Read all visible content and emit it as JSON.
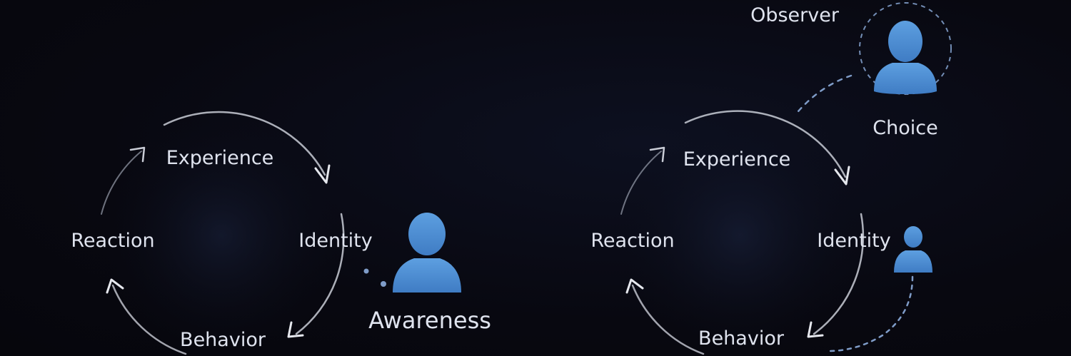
{
  "left_cycle": {
    "nodes": {
      "experience": "Experience",
      "identity": "Identity",
      "behavior": "Behavior",
      "reaction": "Reaction"
    },
    "side_label": "Awareness"
  },
  "right_cycle": {
    "nodes": {
      "experience": "Experience",
      "identity": "Identity",
      "behavior": "Behavior",
      "reaction": "Reaction"
    },
    "observer_label": "Observer",
    "choice_label": "Choice"
  },
  "colors": {
    "background": "#080810",
    "ring": "#c9ccd6",
    "person": "#4f8fd6",
    "dashed": "#7f9cc8",
    "text": "#dfe3ee"
  },
  "icons": [
    "person-icon",
    "arrow-head-icon"
  ]
}
